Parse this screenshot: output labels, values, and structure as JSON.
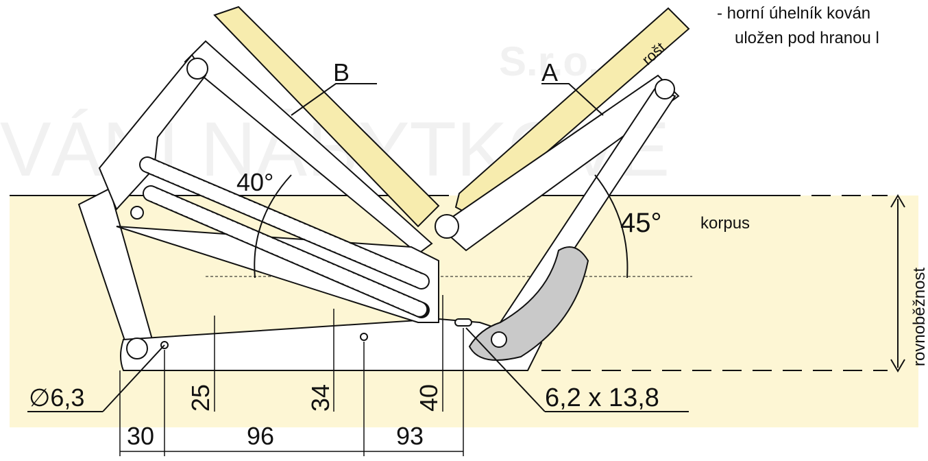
{
  "watermark": {
    "company": "S.r.o.",
    "slogan": "VÁNÍ NÁBYTKOVÉ"
  },
  "note": {
    "line1": "- horní úhelník kován",
    "line2": "uložen pod hranou l"
  },
  "labels": {
    "rost": "rošt",
    "b": "B",
    "a": "A",
    "angle_left": "40°",
    "angle_right": "45°",
    "korpus": "korpus",
    "rovnobeznost": "rovnoběžnost",
    "hole_diameter": "∅6,3",
    "slot": "6,2 x 13,8"
  },
  "dimensions": {
    "h1": "25",
    "h2": "34",
    "h3": "40",
    "w1": "30",
    "w2": "96",
    "w3": "93"
  },
  "colors": {
    "korpus_fill": "#fdf6d4",
    "board_fill": "#f7ecae",
    "line": "#111111",
    "metal": "#ffffff",
    "plate": "#c9c9c9"
  }
}
